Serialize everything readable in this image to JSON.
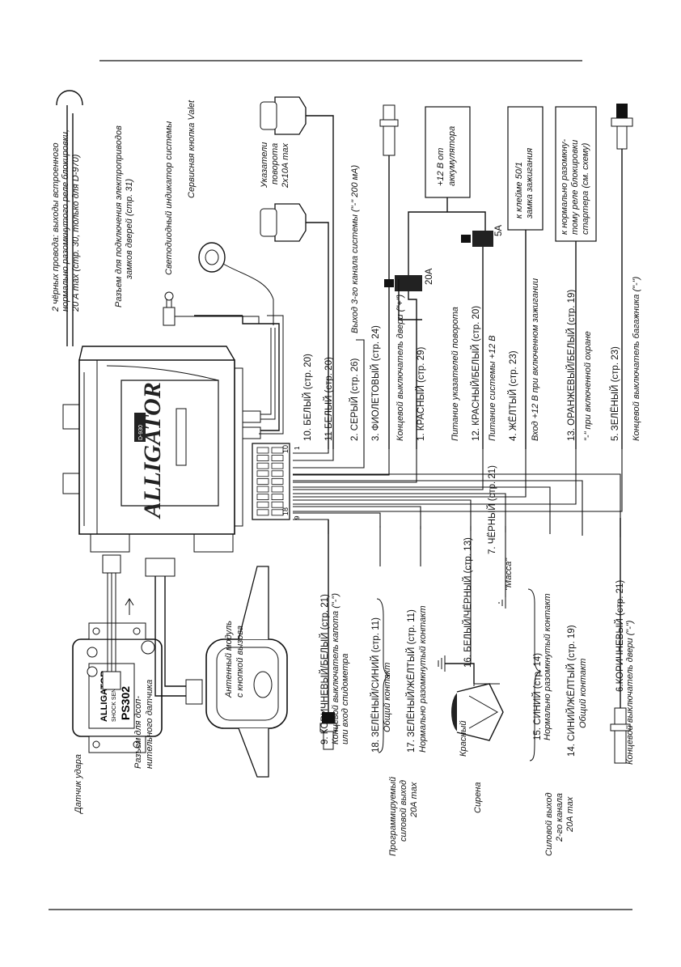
{
  "wires_top": [
    {
      "label": "2 чёрных провода: выходы встроенного",
      "id": "black-2-line1"
    },
    {
      "label": "нормально разомкнутого реле блокировки,",
      "id": "black-2-line2"
    },
    {
      "label": "20 А max (стр. 30, только для D-970)",
      "id": "black-2-line3"
    }
  ],
  "top_labels": {
    "door_lock_line1": "Разъем для подключения электроприводов",
    "door_lock_line2": "замков дверей (стр. 31)",
    "led": "Светодиодный индикатор системы",
    "valet": "Сервисная кнопка Valet",
    "turn1": "Указатели",
    "turn2": "поворота",
    "turn3": "2x10А max",
    "battery1": "+12 В от",
    "battery2": "аккумулятора",
    "ign1": "к клейме 50/1",
    "ign2": "замка зажигания",
    "starter1": "к нормально разомкну-",
    "starter2": "тому реле блокировки",
    "starter3": "стартера (см. схему)",
    "fuse20": "20А",
    "fuse5": "5А"
  },
  "right_wires": [
    {
      "main": "10. БЕЛЫЙ (стр. 20)",
      "sub": ""
    },
    {
      "main": "11 БЕЛЫЙ (стр. 20)",
      "sub": ""
    },
    {
      "main": "2. СЕРЫЙ (стр. 26)",
      "sub": "Выход 3-го канала системы (\"-\" 200 мА)"
    },
    {
      "main": "3. ФИОЛЕТОВЫЙ (стр. 24)",
      "sub": "Концевой выключатель двери (\"+\")"
    },
    {
      "main": "1. КРАСНЫЙ (стр. 29)",
      "sub": "Питание указателей поворота"
    },
    {
      "main": "12. КРАСНЫЙ/БЕЛЫЙ (стр. 20)",
      "sub": "Питание системы +12 В"
    },
    {
      "main": "4. ЖЁЛТЫЙ (стр. 23)",
      "sub": "Вход +12 В при включенном зажигании"
    },
    {
      "main": "13. ОРАНЖЕВЫЙ/БЕЛЫЙ (стр. 19)",
      "sub": "\"-\" при включенной охране"
    },
    {
      "main": "5. ЗЕЛЁНЫЙ (стр. 23)",
      "sub": "Концевой выключатель багажника (\"-\")"
    }
  ],
  "left_wires": [
    {
      "main": "9. КОРИЧНЕВЫЙ/БЕЛЫЙ (стр. 21)",
      "sub1": "Концевой выключатель капота (\"-\")",
      "sub2": "или вход спидометра"
    },
    {
      "main": "18. ЗЕЛЁНЫЙ/СИНИЙ (стр. 11)",
      "sub1": "Общий контакт",
      "sub2": ""
    },
    {
      "main": "17. ЗЕЛЁНЫЙ/ЖЁЛТЫЙ (стр. 11)",
      "sub1": "Нормально разомкнутый контакт",
      "sub2": ""
    },
    {
      "main": "16. БЕЛЫЙ/ЧЁРНЫЙ (стр. 13)",
      "sub1": "",
      "sub2": ""
    },
    {
      "main": "7. ЧЁРНЫЙ (стр. 21)",
      "sub1": "\"Масса\"",
      "sub2": ""
    },
    {
      "main": "15. СИНИЙ (стр. 14)",
      "sub1": "Нормально разомкнутый контакт",
      "sub2": ""
    },
    {
      "main": "14. СИНИЙ/ЖЁЛТЫЙ (стр. 19)",
      "sub1": "Общий контакт",
      "sub2": ""
    },
    {
      "main": "6.КОРИЧНЕВЫЙ (стр. 21)",
      "sub1": "Концевой выключатель двери (\"-\")",
      "sub2": ""
    }
  ],
  "left_labels": {
    "shock": "Датчик удара",
    "extra1": "Разъем для дсоп-",
    "extra2": "нительного датчика",
    "antenna1": "Антенный модуль",
    "antenna2": "с кнопкой вызова",
    "siren": "Сирена",
    "red": "Красный",
    "prog1": "Программируемый",
    "prog2": "силовой выход",
    "prog3": "20А max",
    "power1": "Силовой выход",
    "power2": "2-го канала",
    "power3": "20А max"
  },
  "sensor": {
    "brand": "ALLIGATOR",
    "type": "SHOCK SENSOR",
    "model": "PS302"
  },
  "unit": {
    "brand": "ALLIGATOR",
    "pin18": "18",
    "pin9": "9",
    "pin10": "10",
    "pin1": "1"
  }
}
